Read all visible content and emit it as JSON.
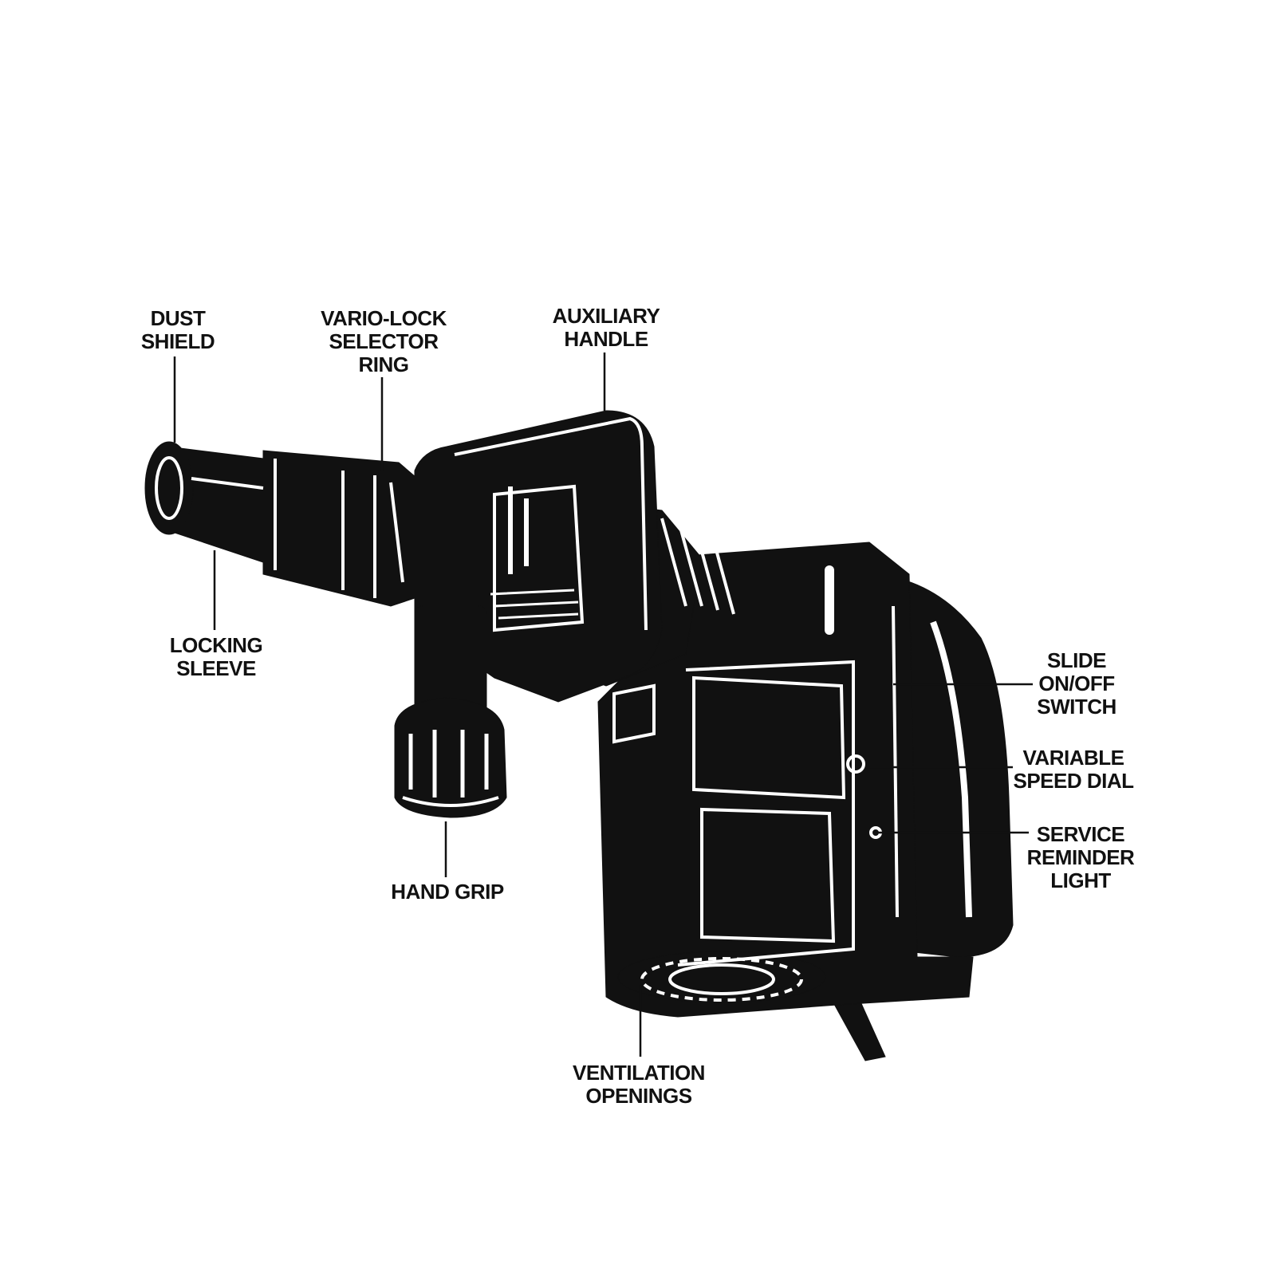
{
  "colors": {
    "ink": "#111111",
    "background": "#ffffff",
    "highlight": "#ffffff"
  },
  "labels": {
    "dust_shield": [
      "DUST",
      "SHIELD"
    ],
    "vario_lock": [
      "VARIO-LOCK",
      "SELECTOR",
      "RING"
    ],
    "auxiliary_handle": [
      "AUXILIARY",
      "HANDLE"
    ],
    "locking_sleeve": [
      "LOCKING",
      "SLEEVE"
    ],
    "hand_grip": [
      "HAND GRIP"
    ],
    "ventilation_openings": [
      "VENTILATION",
      "OPENINGS"
    ],
    "slide_switch": [
      "SLIDE",
      "ON/OFF",
      "SWITCH"
    ],
    "variable_speed_dial": [
      "VARIABLE",
      "SPEED DIAL"
    ],
    "service_reminder_light": [
      "SERVICE",
      "REMINDER",
      "LIGHT"
    ]
  }
}
